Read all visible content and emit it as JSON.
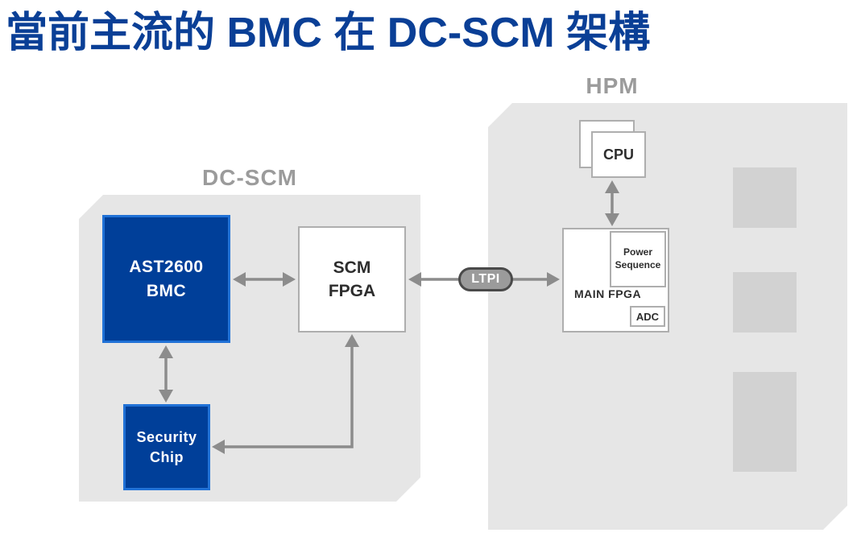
{
  "title": "當前主流的 BMC 在 DC-SCM 架構",
  "colors": {
    "title_blue": "#0a3f96",
    "chip_blue": "#003f99",
    "chip_border_blue": "#2071d6",
    "panel_gray": "#e6e6e6",
    "placeholder_gray": "#d2d2d2",
    "arrow_gray": "#8c8c8c",
    "label_gray": "#9b9b9b",
    "box_border_gray": "#aeaeae",
    "text_dark": "#2d2d2d",
    "ltpi_fill": "#9b9b9b",
    "ltpi_border": "#4a4a4a"
  },
  "dcscm": {
    "label": "DC-SCM",
    "bmc": {
      "line1": "AST2600",
      "line2": "BMC"
    },
    "scm_fpga": {
      "line1": "SCM",
      "line2": "FPGA"
    },
    "security_chip": {
      "line1": "Security",
      "line2": "Chip"
    }
  },
  "hpm": {
    "label": "HPM",
    "cpu": {
      "label": "CPU"
    },
    "main_fpga": {
      "label": "MAIN FPGA",
      "power_sequence": {
        "line1": "Power",
        "line2": "Sequence"
      },
      "adc": {
        "label": "ADC"
      }
    },
    "placeholder_blocks": 3
  },
  "connectors": {
    "ltpi_label": "LTPI"
  }
}
